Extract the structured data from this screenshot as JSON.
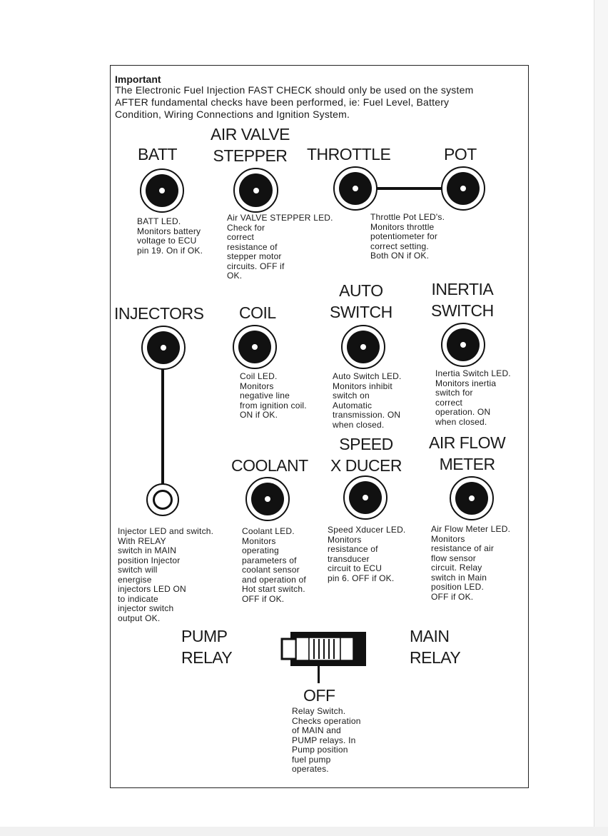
{
  "important": {
    "title": "Important",
    "body": "The Electronic Fuel Injection FAST CHECK should only be used on the system\nAFTER fundamental checks have been performed, ie: Fuel Level, Battery\nCondition, Wiring Connections and Ignition System."
  },
  "indicators": {
    "batt": {
      "label": "BATT",
      "desc": "BATT LED.\nMonitors battery\nvoltage to ECU\npin 19. On if OK."
    },
    "air_valve_stepper": {
      "label": "AIR VALVE\nSTEPPER",
      "desc": "Air VALVE STEPPER LED.\nCheck for\ncorrect\nresistance of\nstepper motor\ncircuits. OFF if\nOK."
    },
    "throttle_pot": {
      "label_left": "THROTTLE",
      "label_right": "POT",
      "desc": "Throttle Pot LED's.\nMonitors throttle\npotentiometer for\ncorrect setting.\nBoth ON if OK."
    },
    "injectors": {
      "label": "INJECTORS",
      "desc": "Injector LED and switch.\nWith RELAY\nswitch in MAIN\nposition Injector\nswitch will\nenergise\ninjectors LED ON\nto indicate\ninjector switch\noutput OK."
    },
    "coil": {
      "label": "COIL",
      "desc": "Coil LED.\nMonitors\nnegative line\nfrom ignition coil.\nON if OK."
    },
    "auto_switch": {
      "label": "AUTO\nSWITCH",
      "desc": "Auto Switch LED.\nMonitors inhibit\nswitch on\nAutomatic\ntransmission. ON\nwhen closed."
    },
    "inertia_switch": {
      "label": "INERTIA\nSWITCH",
      "desc": "Inertia Switch LED.\nMonitors inertia\nswitch for\ncorrect\noperation. ON\nwhen closed."
    },
    "coolant": {
      "label": "COOLANT",
      "desc": "Coolant LED.\nMonitors\noperating\nparameters of\ncoolant sensor\nand operation of\nHot start switch.\nOFF if OK."
    },
    "speed_xducer": {
      "label": "SPEED\nX DUCER",
      "desc": "Speed Xducer LED.\nMonitors\nresistance of\ntransducer\ncircuit to ECU\npin 6. OFF if OK."
    },
    "air_flow_meter": {
      "label": "AIR FLOW\nMETER",
      "desc": "Air Flow Meter LED.\nMonitors\nresistance of air\nflow sensor\ncircuit. Relay\nswitch in Main\nposition LED.\nOFF if OK."
    }
  },
  "relay": {
    "pump_label": "PUMP\nRELAY",
    "main_label": "MAIN\nRELAY",
    "off_label": "OFF",
    "desc": "Relay Switch.\nChecks operation\nof MAIN and\nPUMP relays. In\nPump position\nfuel pump\noperates."
  }
}
